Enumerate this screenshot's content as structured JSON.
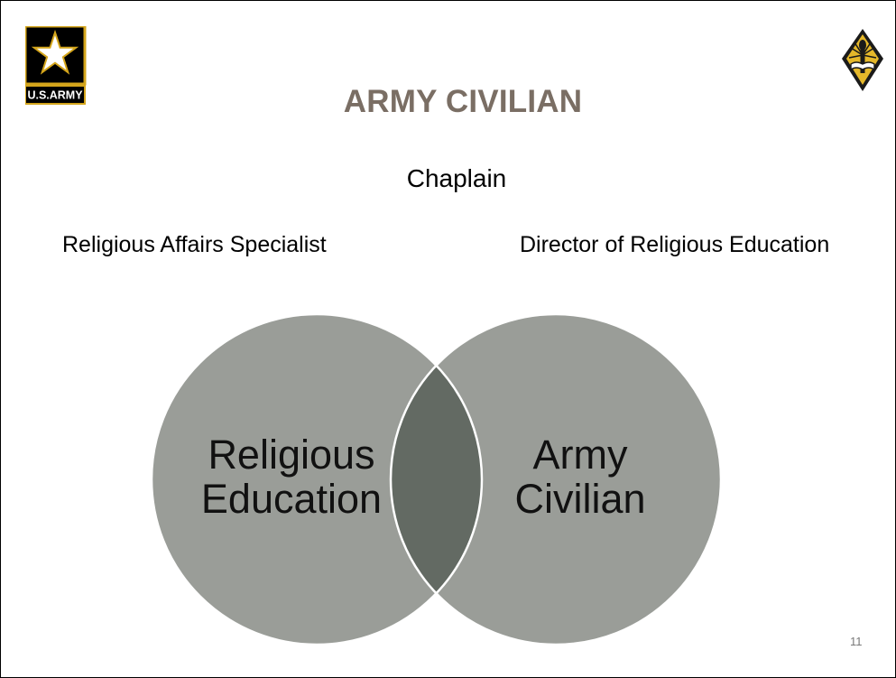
{
  "slide": {
    "title": "ARMY CIVILIAN",
    "page_number": "11"
  },
  "logo": {
    "text": "U.S.ARMY",
    "icon": "army-star-logo"
  },
  "insignia": {
    "icon": "chaplain-assistant-insignia"
  },
  "roles": {
    "top": "Chaplain",
    "left": "Religious Affairs Specialist",
    "right": "Director of Religious Education"
  },
  "venn": {
    "left_circle": {
      "line1": "Religious",
      "line2": "Education"
    },
    "right_circle": {
      "line1": "Army",
      "line2": "Civilian"
    }
  },
  "colors": {
    "title": "#7a6e64",
    "circle_fill": "#9a9d98",
    "overlap_fill": "#636a63",
    "outline": "#ffffff",
    "logo_gold": "#d4a51b"
  }
}
